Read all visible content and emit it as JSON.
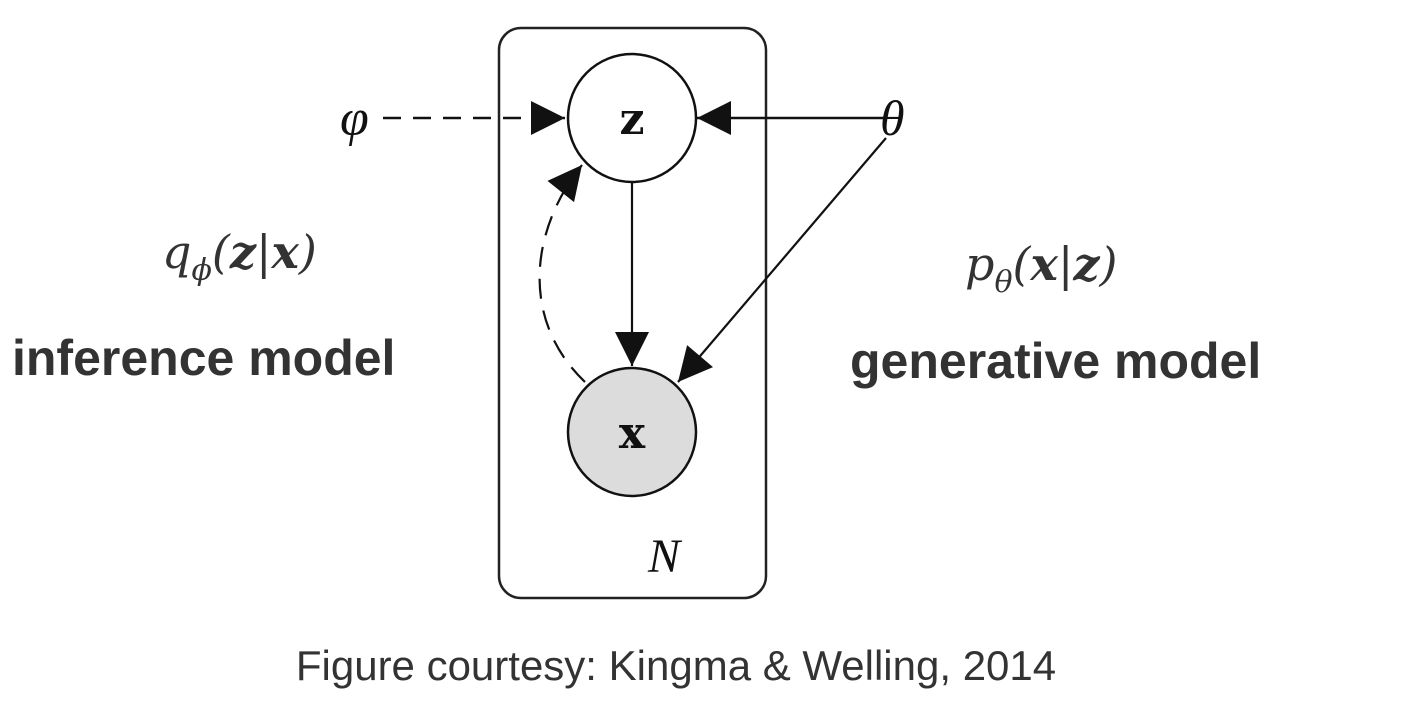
{
  "diagram": {
    "plate": {
      "label": "N"
    },
    "nodes": {
      "latent": {
        "label": "z",
        "observed": false,
        "fill": "#ffffff"
      },
      "observed": {
        "label": "x",
        "observed": true,
        "fill": "#dcdcdc"
      }
    },
    "parameters": {
      "variational": {
        "symbol": "φ"
      },
      "generative": {
        "symbol": "θ"
      }
    },
    "edges": [
      {
        "from": "φ",
        "to": "z",
        "style": "dashed"
      },
      {
        "from": "θ",
        "to": "z",
        "style": "solid"
      },
      {
        "from": "θ",
        "to": "x",
        "style": "solid"
      },
      {
        "from": "z",
        "to": "x",
        "style": "solid"
      },
      {
        "from": "x",
        "to": "z",
        "style": "dashed"
      }
    ]
  },
  "left": {
    "formula": {
      "base": "q",
      "sub": "ϕ",
      "open": "(",
      "a": "z",
      "bar": "|",
      "b": "x",
      "close": ")"
    },
    "heading": "inference model"
  },
  "right": {
    "formula": {
      "base": "p",
      "sub": "θ",
      "open": "(",
      "a": "x",
      "bar": "|",
      "b": "z",
      "close": ")"
    },
    "heading": "generative model"
  },
  "caption": "Figure courtesy: Kingma & Welling, 2014",
  "colors": {
    "text": "#333333",
    "stroke": "#111111",
    "observed_fill": "#dcdcdc"
  }
}
